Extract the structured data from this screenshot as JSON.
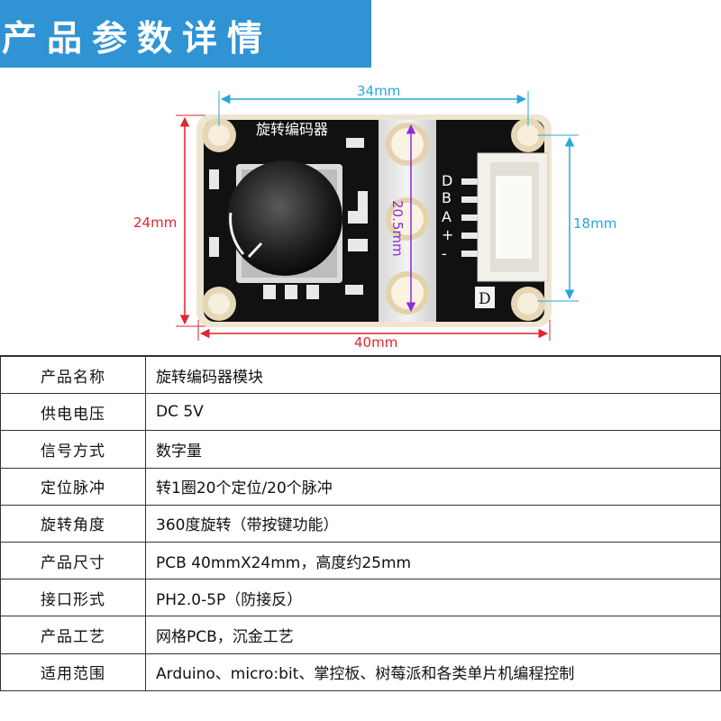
{
  "banner": {
    "title": "产品参数详情"
  },
  "board": {
    "silk_title": "旋转编码器",
    "pin_labels": [
      "D",
      "B",
      "A",
      "+",
      "-"
    ],
    "corner_mark": "D"
  },
  "dimensions": {
    "top_width": "34mm",
    "bottom_width": "40mm",
    "left_height": "24mm",
    "right_height": "18mm",
    "hole_spacing": "20.5mm"
  },
  "colors": {
    "banner": "#2f93d4",
    "dim_red": "#e0262f",
    "dim_cyan": "#2aa6dc",
    "dim_purple": "#8a2be2",
    "pcb": "#111111"
  },
  "specs": [
    {
      "label": "产品名称",
      "value": "旋转编码器模块"
    },
    {
      "label": "供电电压",
      "value": "DC 5V"
    },
    {
      "label": "信号方式",
      "value": "数字量"
    },
    {
      "label": "定位脉冲",
      "value": "转1圈20个定位/20个脉冲"
    },
    {
      "label": "旋转角度",
      "value": "360度旋转（带按键功能）"
    },
    {
      "label": "产品尺寸",
      "value": "PCB 40mmX24mm，高度约25mm"
    },
    {
      "label": "接口形式",
      "value": "PH2.0-5P（防接反）"
    },
    {
      "label": "产品工艺",
      "value": "网格PCB，沉金工艺"
    },
    {
      "label": "适用范围",
      "value": "Arduino、micro:bit、掌控板、树莓派和各类单片机编程控制"
    }
  ]
}
